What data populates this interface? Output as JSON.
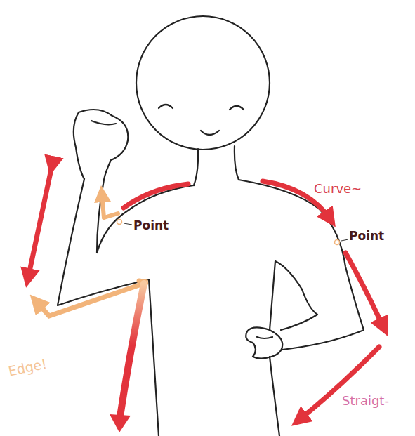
{
  "diagram": {
    "labels": [
      "Curve~",
      "Point",
      "Point",
      "Edge!",
      "Straigt-"
    ]
  }
}
